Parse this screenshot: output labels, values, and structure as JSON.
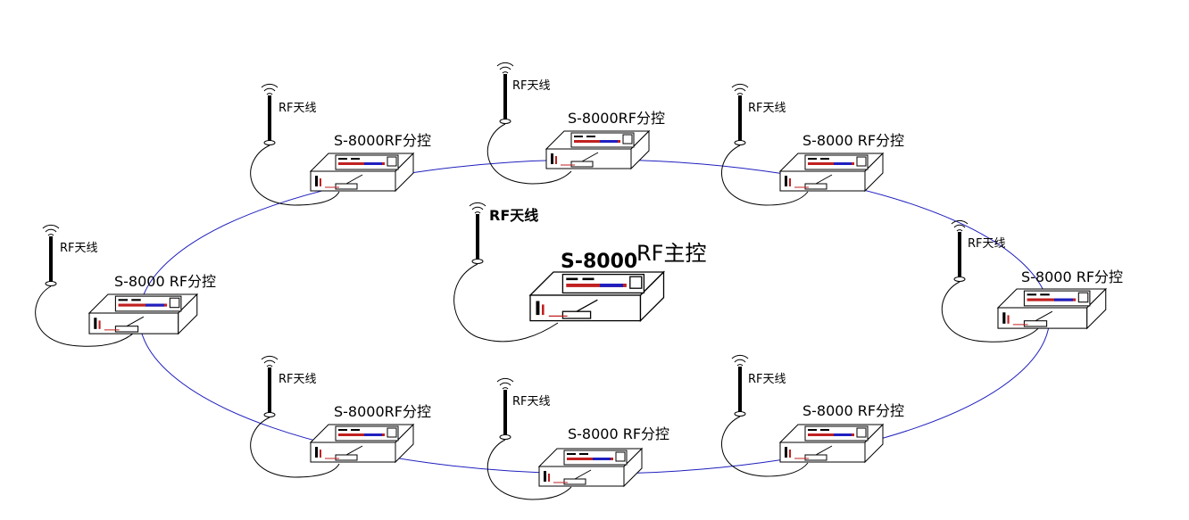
{
  "diagram": {
    "ring_color": "#1f1fbf",
    "main_node": {
      "antenna_label": "RF天线",
      "model": "S-8000",
      "suffix": "RF主控"
    },
    "branch_nodes": [
      {
        "antenna_label": "RF天线",
        "device_label": "S-8000RF分控"
      },
      {
        "antenna_label": "RF天线",
        "device_label": "S-8000RF分控"
      },
      {
        "antenna_label": "RF天线",
        "device_label": "S-8000 RF分控"
      },
      {
        "antenna_label": "RF天线",
        "device_label": "S-8000 RF分控"
      },
      {
        "antenna_label": "RF天线",
        "device_label": "S-8000 RF分控"
      },
      {
        "antenna_label": "RF天线",
        "device_label": "S-8000RF分控"
      },
      {
        "antenna_label": "RF天线",
        "device_label": "S-8000 RF分控"
      },
      {
        "antenna_label": "RF天线",
        "device_label": "S-8000 RF分控"
      }
    ]
  }
}
